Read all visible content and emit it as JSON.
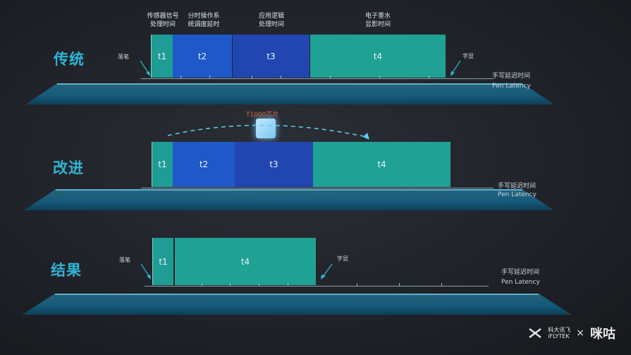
{
  "headers": {
    "t1": "传感器信号\n处理时间",
    "t2": "分时操作系\n统调度延时",
    "t3": "应用逻辑\n处理时间",
    "t4": "电子墨水\n显影时间"
  },
  "rows": {
    "traditional": {
      "title": "传统",
      "pen_down": "落笔",
      "char_appear": "字显",
      "latency_cn": "手写延迟时间",
      "latency_en": "Pen Latency",
      "segments": [
        "t1",
        "t2",
        "t3",
        "t4"
      ]
    },
    "improved": {
      "title": "改进",
      "chip_label": "T1000芯片",
      "latency_cn": "手写延迟时间",
      "latency_en": "Pen Latency",
      "segments": [
        "t1",
        "t2",
        "t3",
        "t4"
      ]
    },
    "result": {
      "title": "结果",
      "pen_down": "落笔",
      "char_appear": "字显",
      "latency_cn": "手写延迟时间",
      "latency_en": "Pen Latency",
      "segments": [
        "t1",
        "t4"
      ]
    }
  },
  "brand": {
    "iflytek_cn": "科大讯飞",
    "iflytek_en": "iFLYTEK",
    "separator": "×",
    "partner": "咪咕"
  },
  "colors": {
    "title": "#2fb4d6",
    "t1": "#1f9c94",
    "t2": "#1f58c8",
    "t3": "#2246b0",
    "t4": "#1fa194",
    "chip_label": "#e0603a"
  }
}
